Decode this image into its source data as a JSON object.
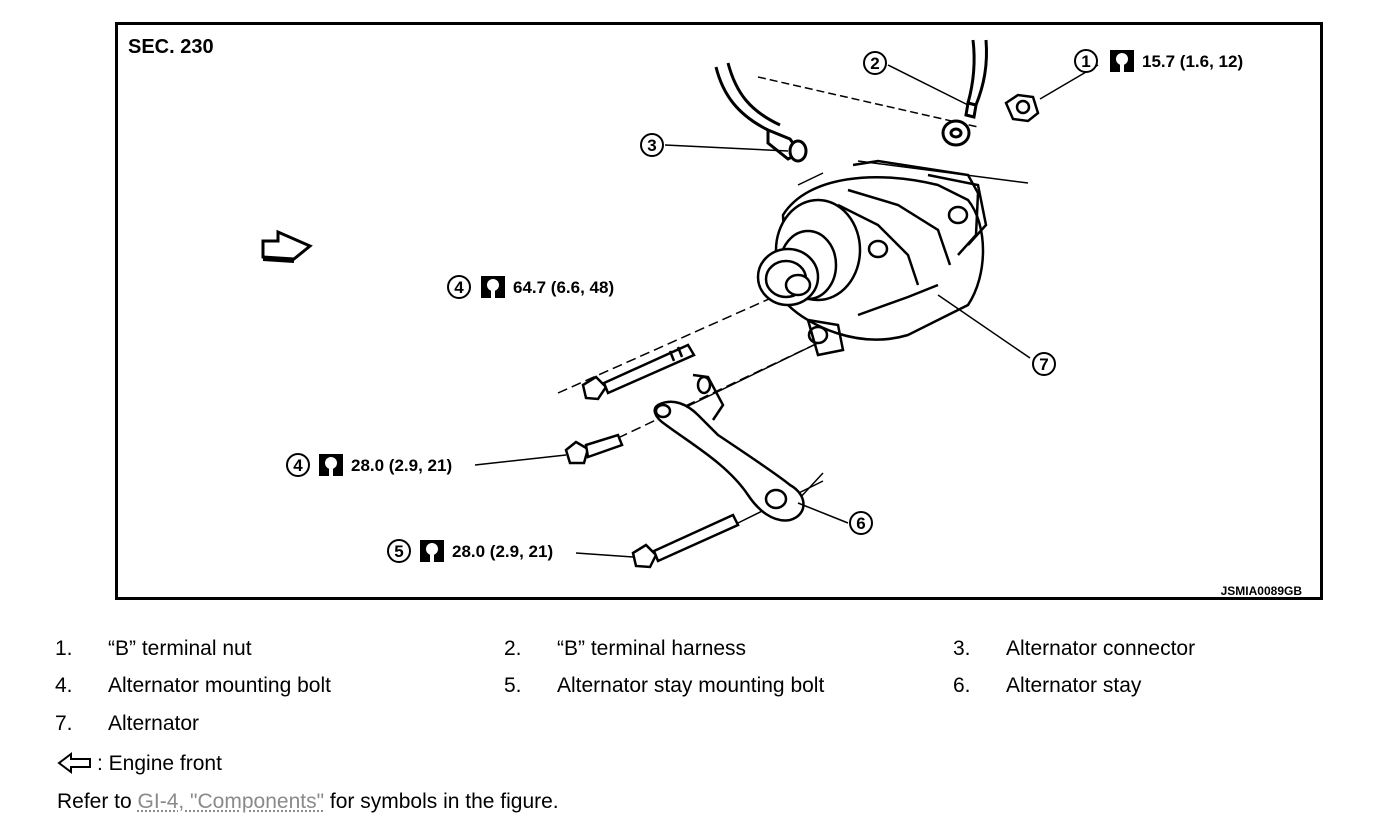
{
  "figure": {
    "section": "SEC. 230",
    "figure_id": "JSMIA0089GB",
    "callouts": [
      {
        "num": "1",
        "torque": "15.7 (1.6, 12)"
      },
      {
        "num": "2"
      },
      {
        "num": "3"
      },
      {
        "num": "4",
        "torque": "64.7 (6.6, 48)"
      },
      {
        "num": "4",
        "torque": "28.0 (2.9, 21)"
      },
      {
        "num": "5",
        "torque": "28.0 (2.9, 21)"
      },
      {
        "num": "6"
      },
      {
        "num": "7"
      }
    ]
  },
  "legend": {
    "items": [
      {
        "num": "1.",
        "label": "“B” terminal nut"
      },
      {
        "num": "2.",
        "label": "“B” terminal harness"
      },
      {
        "num": "3.",
        "label": "Alternator connector"
      },
      {
        "num": "4.",
        "label": "Alternator mounting bolt"
      },
      {
        "num": "5.",
        "label": "Alternator stay mounting bolt"
      },
      {
        "num": "6.",
        "label": "Alternator stay"
      },
      {
        "num": "7.",
        "label": "Alternator"
      }
    ],
    "front_label": ": Engine front",
    "refer_prefix": "Refer to ",
    "refer_link": "GI-4, \"Components\"",
    "refer_suffix": " for symbols in the figure."
  }
}
